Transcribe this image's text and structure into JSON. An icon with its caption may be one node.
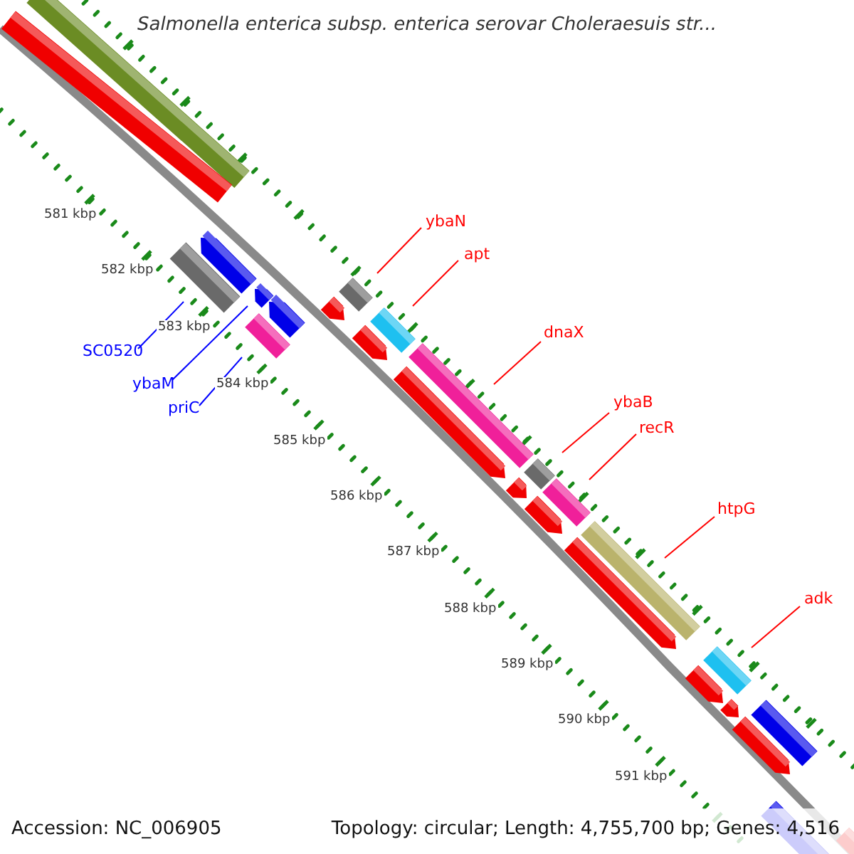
{
  "diagram": {
    "title": "Salmonella enterica subsp. enterica serovar Choleraesuis str...",
    "nodes": [
      {
        "text": [
          "SC0520"
        ]
      },
      {
        "text": [
          "ybaM"
        ]
      },
      {
        "text": [
          "priC"
        ]
      },
      {
        "text": [
          "ybaN"
        ]
      },
      {
        "text": [
          "apt"
        ]
      },
      {
        "text": [
          "dnaX"
        ]
      },
      {
        "text": [
          "ybaB"
        ]
      },
      {
        "text": [
          "recR"
        ]
      },
      {
        "text": [
          "htpG"
        ]
      },
      {
        "text": [
          "adk"
        ]
      },
      {
        "text": [],
        "shape": "bar"
      },
      {
        "text": [],
        "shape": "bar"
      },
      {
        "text": [],
        "shape": "bar"
      },
      {
        "text": [],
        "shape": "bar"
      },
      {
        "text": [],
        "shape": "bar"
      },
      {
        "text": [],
        "shape": "bar"
      },
      {
        "text": [],
        "shape": "bar"
      },
      {
        "text": [],
        "shape": "bar"
      },
      {
        "text": [],
        "shape": "bar"
      },
      {
        "text": [],
        "shape": "bar"
      }
    ],
    "edges": [
      {
        "from": 0,
        "to": 10,
        "arrow": "none",
        "color": "#0000ff"
      },
      {
        "from": 1,
        "to": 11,
        "arrow": "none",
        "color": "#0000ff"
      },
      {
        "from": 2,
        "to": 12,
        "arrow": "none",
        "color": "#0000ff"
      },
      {
        "from": 3,
        "to": 13,
        "arrow": "none"
      },
      {
        "from": 4,
        "to": 14,
        "arrow": "none"
      },
      {
        "from": 5,
        "to": 15,
        "arrow": "none"
      },
      {
        "from": 6,
        "to": 16,
        "arrow": "none"
      },
      {
        "from": 7,
        "to": 17,
        "arrow": "none"
      },
      {
        "from": 8,
        "to": 18,
        "arrow": "none"
      },
      {
        "from": 9,
        "to": 19,
        "arrow": "none"
      }
    ],
    "labels": [
      "581 kbp",
      "582 kbp",
      "583 kbp",
      "584 kbp",
      "585 kbp",
      "586 kbp",
      "587 kbp",
      "588 kbp",
      "589 kbp",
      "590 kbp",
      "591 kbp",
      "Accession: NC_006905",
      "Topology: circular; Length: 4,755,700 bp; Genes: 4,516"
    ]
  }
}
